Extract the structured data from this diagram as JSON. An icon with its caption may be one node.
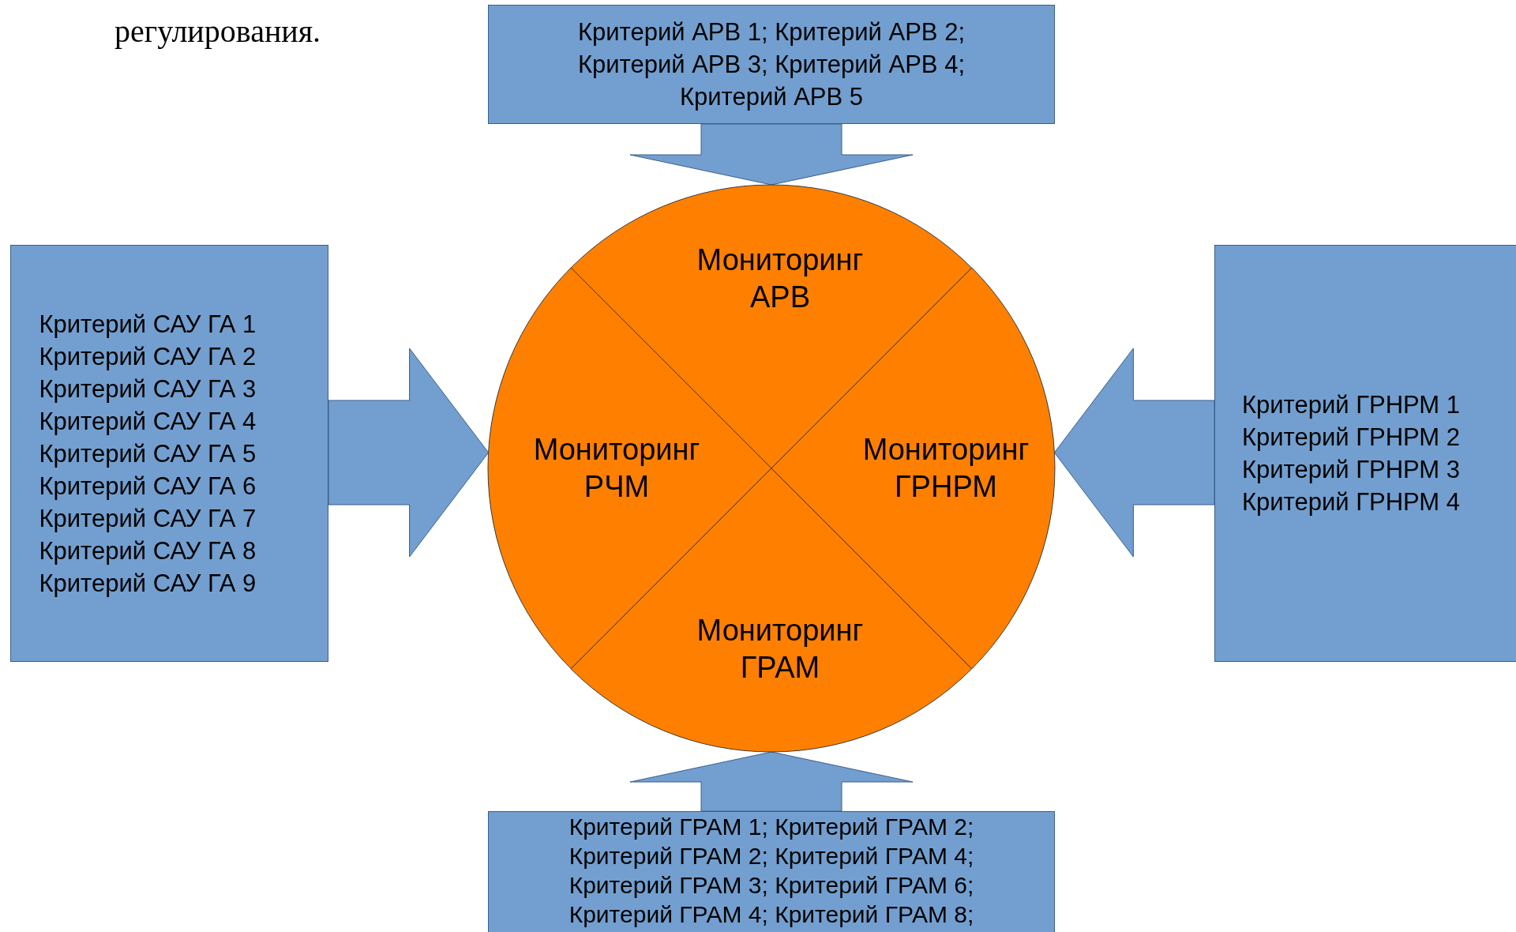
{
  "diagram": {
    "nodes": [
      {
        "text": [
          "Критерий АРВ 1; Критерий АРВ 2; Критерий АРВ 3; Критерий АРВ 4; Критерий АРВ 5"
        ]
      },
      {
        "text": [
          "Критерий САУ ГА 1 Критерий САУ ГА 2 Критерий САУ ГА 3 Критерий САУ ГА 4 Критерий САУ ГА 5 Критерий САУ ГА 6 Критерий САУ ГА 7 Критерий САУ ГА 8 Критерий САУ ГА 9"
        ]
      },
      {
        "text": [
          "Мониторинг АРВ"
        ]
      },
      {
        "text": [
          "Мониторинг РЧМ"
        ]
      },
      {
        "text": [
          "Мониторинг ГРНРМ"
        ]
      },
      {
        "text": [
          "Мониторинг ГРАМ"
        ]
      },
      {
        "text": [
          "Критерий ГРНРМ 1 Критерий ГРНРМ 2 Критерий ГРНРМ 3 Критерий ГРНРМ 4"
        ]
      },
      {
        "text": [
          "Критерий ГРАМ 1; Критерий ГРАМ 2; Критерий ГРАМ 2; Критерий ГРАМ 4; Критерий ГРАМ 3; Критерий ГРАМ 6; Критерий ГРАМ 4; Критерий ГРАМ 8;"
        ]
      }
    ],
    "edges": [
      {
        "from": 0,
        "to": 2,
        "arrow": "to"
      },
      {
        "from": 1,
        "to": 3,
        "arrow": "to"
      },
      {
        "from": 6,
        "to": 4,
        "arrow": "to"
      },
      {
        "from": 7,
        "to": 5,
        "arrow": "to"
      }
    ],
    "labels": [
      "регулирования."
    ]
  }
}
